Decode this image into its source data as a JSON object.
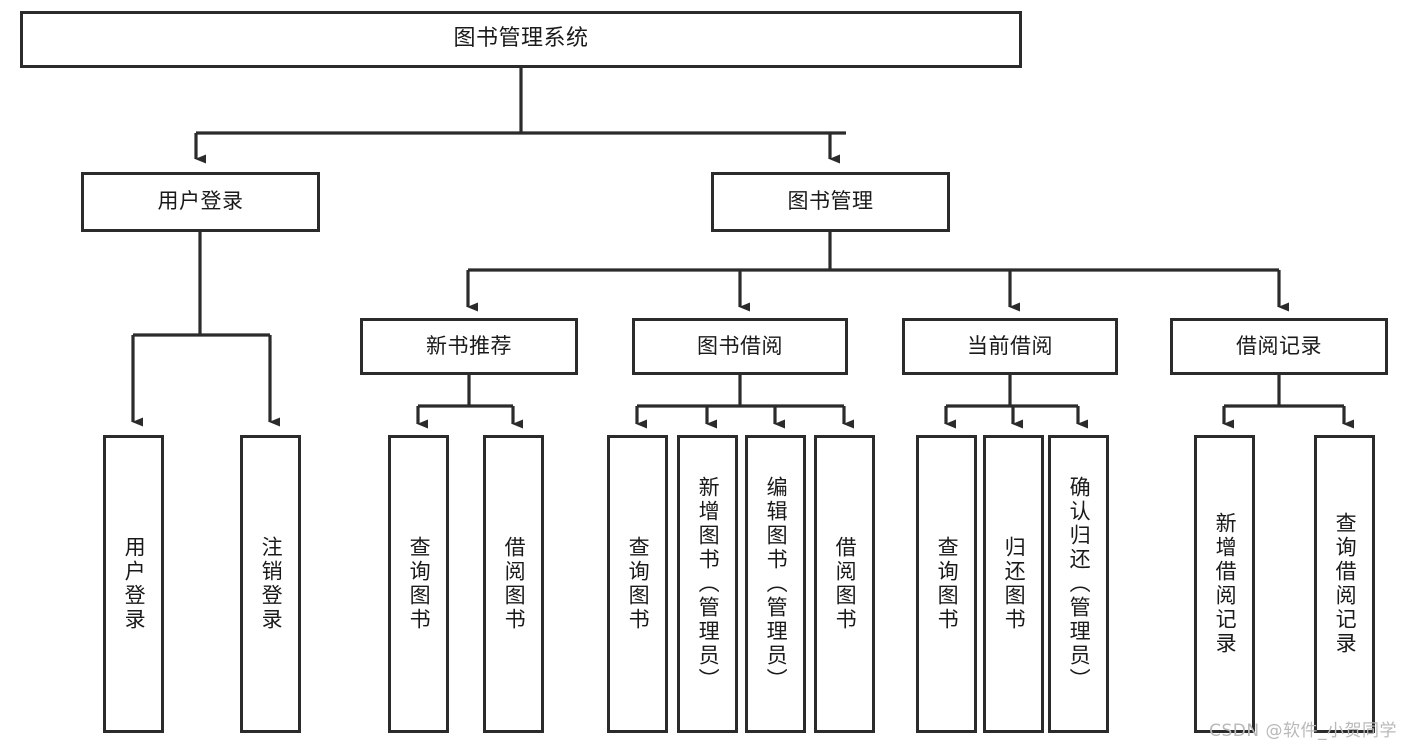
{
  "diagram": {
    "type": "tree-hierarchy",
    "title": "图书管理系统",
    "orientation": "top-down",
    "colors": {
      "box_border": "#2b2b2b",
      "box_fill": "#ffffff",
      "connector": "#2b2b2b",
      "text": "#1a1a1a",
      "background": "#ffffff",
      "watermark": "#b9b9b9"
    },
    "root": {
      "id": "root",
      "label": "图书管理系统"
    },
    "level2": [
      {
        "id": "user-login",
        "label": "用户登录"
      },
      {
        "id": "book-management",
        "label": "图书管理"
      }
    ],
    "level3": [
      {
        "id": "new-book-recommend",
        "label": "新书推荐",
        "parent": "book-management"
      },
      {
        "id": "book-borrow",
        "label": "图书借阅",
        "parent": "book-management"
      },
      {
        "id": "current-borrow",
        "label": "当前借阅",
        "parent": "book-management"
      },
      {
        "id": "borrow-record",
        "label": "借阅记录",
        "parent": "book-management"
      }
    ],
    "leaves": {
      "user-login": [
        {
          "id": "leaf-user-login",
          "label": "用户登录"
        },
        {
          "id": "leaf-user-logout",
          "label": "注销登录"
        }
      ],
      "new-book-recommend": [
        {
          "id": "leaf-query-book-1",
          "label": "查询图书"
        },
        {
          "id": "leaf-borrow-book-1",
          "label": "借阅图书"
        }
      ],
      "book-borrow": [
        {
          "id": "leaf-query-book-2",
          "label": "查询图书"
        },
        {
          "id": "leaf-add-book",
          "label": "新增图书（管理员）"
        },
        {
          "id": "leaf-edit-book",
          "label": "编辑图书（管理员）"
        },
        {
          "id": "leaf-borrow-book-2",
          "label": "借阅图书"
        }
      ],
      "current-borrow": [
        {
          "id": "leaf-query-book-3",
          "label": "查询图书"
        },
        {
          "id": "leaf-return-book",
          "label": "归还图书"
        },
        {
          "id": "leaf-confirm-return",
          "label": "确认归还（管理员）"
        }
      ],
      "borrow-record": [
        {
          "id": "leaf-add-record",
          "label": "新增借阅记录"
        },
        {
          "id": "leaf-query-record",
          "label": "查询借阅记录"
        }
      ]
    }
  },
  "watermark": {
    "text": "CSDN @软件_小贺同学"
  }
}
